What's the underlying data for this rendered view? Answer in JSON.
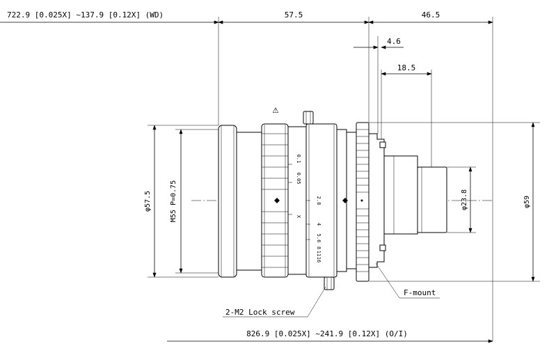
{
  "dimensions": {
    "wd_range": "722.9 [0.025X] ~137.9 [0.12X] (WD)",
    "length_front": "57.5",
    "length_rear": "46.5",
    "flange_offset": "4.6",
    "mount_depth": "18.5",
    "diameter_front": "φ57.5",
    "thread": "M55 P=0.75",
    "diameter_rear": "φ23.8",
    "diameter_max": "φ59",
    "oi_range": "826.9 [0.025X] ~241.9 [0.12X] (O/I)"
  },
  "labels": {
    "lock_screw": "2-M2 Lock screw",
    "mount": "F-mount",
    "warning_symbol": "⚠"
  },
  "focus_scale": {
    "marks": [
      "0.1",
      "0.05",
      "X"
    ]
  },
  "aperture_scale": {
    "marks": [
      "2.8",
      "4",
      "5.6",
      "8",
      "11",
      "16"
    ]
  }
}
